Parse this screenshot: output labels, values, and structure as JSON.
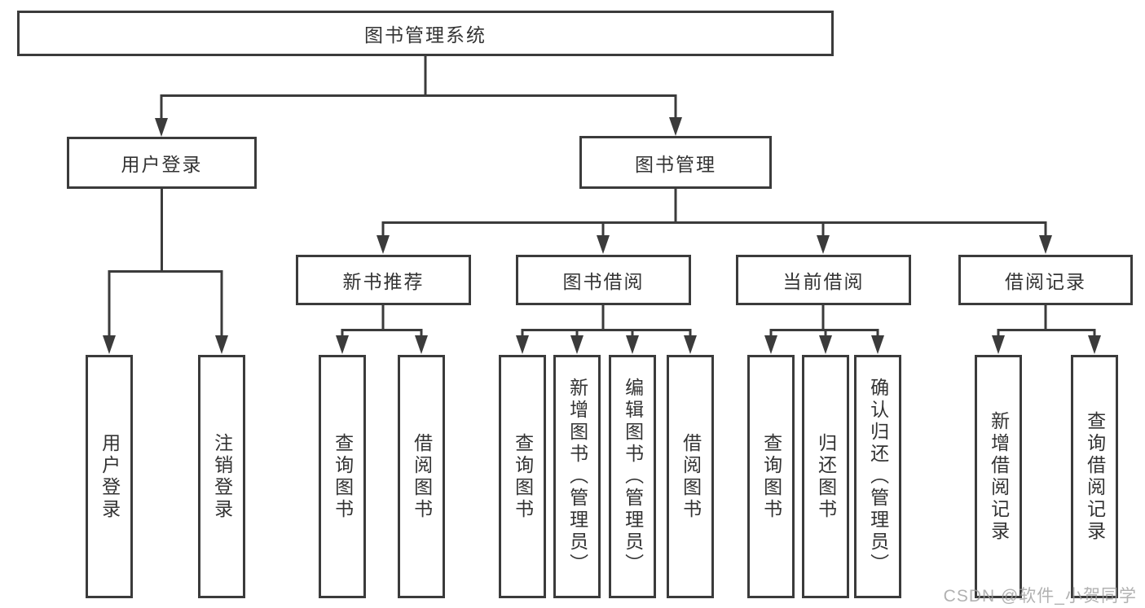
{
  "colors": {
    "line": "#3b3b3b",
    "box_border": "#3b3b3b",
    "text": "#333333",
    "background": "#ffffff",
    "watermark": "#9e9e9e"
  },
  "watermark": {
    "text": "CSDN @软件_小贺同学"
  },
  "nodes": {
    "root": "图书管理系统",
    "user_login": "用户登录",
    "book_mgmt": "图书管理",
    "new_book_rec": "新书推荐",
    "book_borrow": "图书借阅",
    "current_borrow": "当前借阅",
    "borrow_record": "借阅记录",
    "leaf_user_login": "用户登录",
    "leaf_logout": "注销登录",
    "nbr_query": "查询图书",
    "nbr_borrow": "借阅图书",
    "bb_query": "查询图书",
    "bb_add": "新增图书（管理员）",
    "bb_edit": "编辑图书（管理员）",
    "bb_borrow": "借阅图书",
    "cb_query": "查询图书",
    "cb_return": "归还图书",
    "cb_confirm": "确认归还（管理员）",
    "br_add": "新增借阅记录",
    "br_query": "查询借阅记录"
  }
}
